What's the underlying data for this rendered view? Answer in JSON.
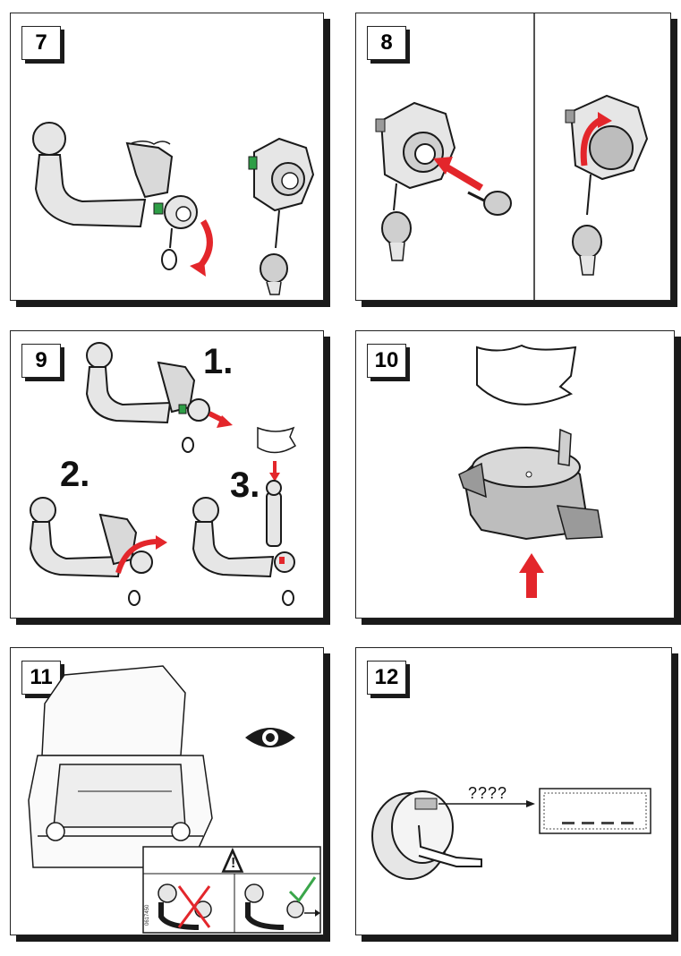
{
  "panels": [
    {
      "id": "p7",
      "number": "7"
    },
    {
      "id": "p8",
      "number": "8"
    },
    {
      "id": "p9",
      "number": "9",
      "steps": [
        "1.",
        "2.",
        "3."
      ]
    },
    {
      "id": "p10",
      "number": "10"
    },
    {
      "id": "p11",
      "number": "11",
      "serial": "0617450"
    },
    {
      "id": "p12",
      "number": "12",
      "link_text": "????"
    }
  ],
  "icons": [
    "eye-icon",
    "warning-triangle-icon",
    "cross-mark-icon",
    "check-mark-icon",
    "arrow-icon"
  ],
  "colors": {
    "outline": "#1a1a1a",
    "metal": "#e6e6e6",
    "shade": "#bdbdbd",
    "arrow_red": "#e3262b",
    "green_indicator": "#2e9e46",
    "check_green": "#3aa64a"
  }
}
